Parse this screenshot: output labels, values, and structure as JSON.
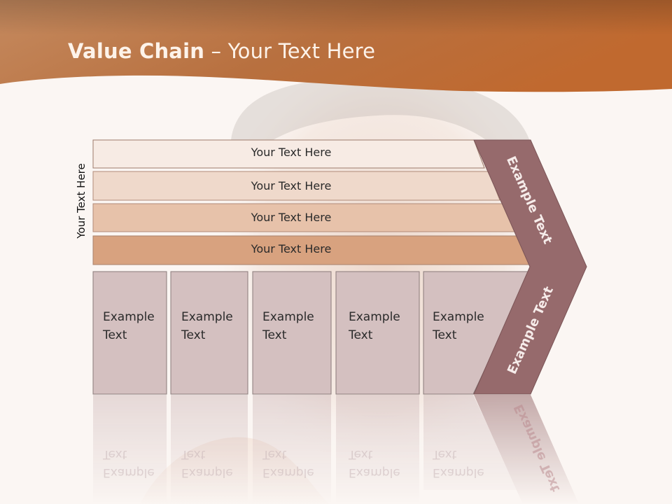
{
  "title": {
    "bold": "Value Chain",
    "rest": " – Your Text Here"
  },
  "side_label": "Your Text Here",
  "bars": [
    {
      "label": "Your Text Here"
    },
    {
      "label": "Your Text Here"
    },
    {
      "label": "Your Text Here"
    },
    {
      "label": "Your Text Here"
    }
  ],
  "boxes": [
    {
      "line1": "Example",
      "line2": "Text"
    },
    {
      "line1": "Example",
      "line2": "Text"
    },
    {
      "line1": "Example",
      "line2": "Text"
    },
    {
      "line1": "Example",
      "line2": "Text"
    },
    {
      "line1": "Example",
      "line2": "Text"
    }
  ],
  "chevron": {
    "upper": "Example Text",
    "lower": "Example Text"
  },
  "colors": {
    "header": "#c27c4c",
    "bar_1": "#f7ebe4",
    "bar_2": "#efd9cb",
    "bar_3": "#e7c2aa",
    "bar_4": "#d8a27f",
    "box": "#d4c0c0",
    "chevron": "#966a6c"
  }
}
